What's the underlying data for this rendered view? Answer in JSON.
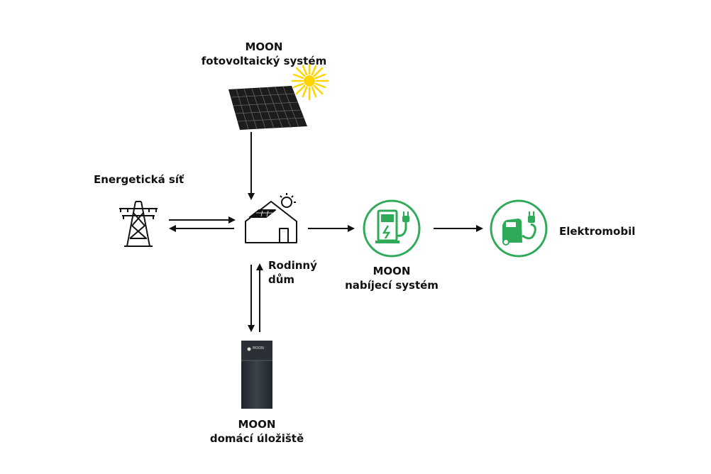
{
  "labels": {
    "pv_brand": "MOON",
    "pv_name": "fotovoltaický systém",
    "grid": "Energetická síť",
    "house_line1": "Rodinný",
    "house_line2": "dům",
    "charger_brand": "MOON",
    "charger_name": "nabíjecí systém",
    "ev": "Elektromobil",
    "storage_brand": "MOON",
    "storage_name": "domácí úložiště",
    "storage_logo": "MOON"
  },
  "colors": {
    "accent_green": "#2eaa58",
    "sun_yellow": "#ffd400",
    "panel_dark": "#1c1c1c",
    "battery_dark": "#2b3238",
    "ink": "#111111"
  },
  "icons": [
    "solar-panel-icon",
    "sun-icon",
    "power-tower-icon",
    "house-icon",
    "charging-station-icon",
    "electric-car-icon",
    "battery-storage-icon"
  ]
}
